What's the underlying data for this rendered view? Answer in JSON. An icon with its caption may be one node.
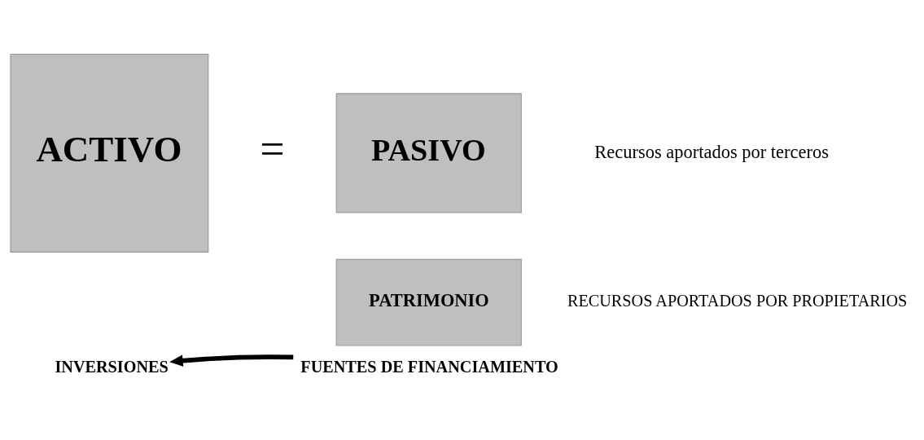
{
  "diagram": {
    "nodes": [
      {
        "text": [
          "ACTIVO"
        ]
      },
      {
        "text": [
          "PASIVO"
        ]
      },
      {
        "text": [
          "PATRIMONIO"
        ]
      },
      {
        "text": [
          "INVERSIONES"
        ]
      },
      {
        "text": [
          "FUENTES DE FINANCIAMIENTO"
        ]
      }
    ],
    "edges": [
      {
        "from": 4,
        "to": 3,
        "arrow": "to"
      }
    ],
    "labels": [
      "=",
      "Recursos aportados por terceros",
      "RECURSOS APORTADOS POR PROPIETARIOS"
    ]
  }
}
